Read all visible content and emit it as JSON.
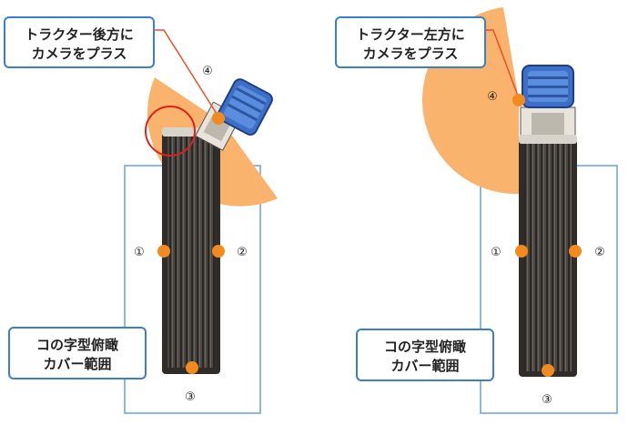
{
  "panels": [
    {
      "callout_line1": "トラクター後方に",
      "callout_line2": "カメラをプラス",
      "coverage_line1": "コの字型俯瞰",
      "coverage_line2": "カバー範囲",
      "labels": [
        "①",
        "②",
        "③",
        "④"
      ]
    },
    {
      "callout_line1": "トラクター左方に",
      "callout_line2": "カメラをプラス",
      "coverage_line1": "コの字型俯瞰",
      "coverage_line2": "カバー範囲",
      "labels": [
        "①",
        "②",
        "③",
        "④"
      ]
    }
  ],
  "colors": {
    "coverage_fan": "#f9b36c",
    "camera_dot": "#f28a1e",
    "callout_border": "#3b7fc4",
    "coverage_frame": "#6fa8dc",
    "highlight_circle": "#e02020",
    "leader_line": "#e8502a",
    "camera_body": "#3e6fc8"
  },
  "icons": [
    "tractor-icon",
    "camera-icon"
  ]
}
